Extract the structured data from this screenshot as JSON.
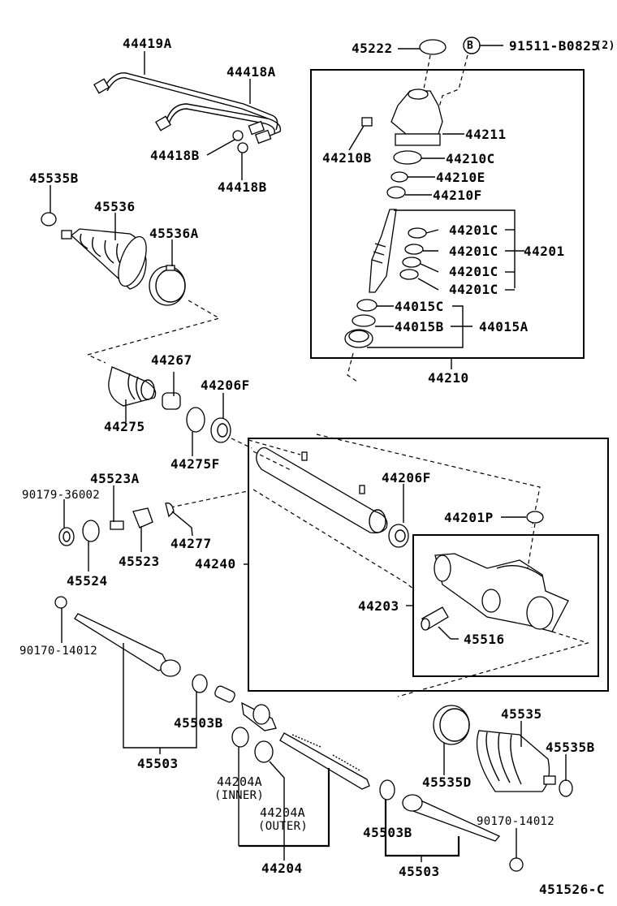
{
  "diagram": {
    "title": "Steering gear / rack and pinion exploded parts diagram",
    "figure_code": "451526-C",
    "bolt_callout": {
      "symbol": "B",
      "part_number": "91511-B0825",
      "qty": "(2)"
    },
    "labels": {
      "p44419A": "44419A",
      "p44418A": "44418A",
      "p44418B_1": "44418B",
      "p44418B_2": "44418B",
      "p45535B_top": "45535B",
      "p45536": "45536",
      "p45536A": "45536A",
      "p45222": "45222",
      "p44211": "44211",
      "p44210B": "44210B",
      "p44210C": "44210C",
      "p44210E": "44210E",
      "p44210F": "44210F",
      "p44201C_1": "44201C",
      "p44201C_2": "44201C",
      "p44201C_3": "44201C",
      "p44201C_4": "44201C",
      "p44201": "44201",
      "p44015C": "44015C",
      "p44015B": "44015B",
      "p44015A": "44015A",
      "p44210": "44210",
      "p44267": "44267",
      "p44206F_1": "44206F",
      "p44275": "44275",
      "p44275F": "44275F",
      "p45523A": "45523A",
      "p90179": "90179-36002",
      "p44277": "44277",
      "p45523": "45523",
      "p45524": "45524",
      "p44240": "44240",
      "p44206F_2": "44206F",
      "p44201P": "44201P",
      "p44203": "44203",
      "p45516": "45516",
      "p90170_left": "90170-14012",
      "p45503B_left": "45503B",
      "p45503_left": "45503",
      "p44204A_inner": "44204A",
      "p44204A_inner_note": "(INNER)",
      "p44204A_outer": "44204A",
      "p44204A_outer_note": "(OUTER)",
      "p44204": "44204",
      "p45535": "45535",
      "p45535B_bottom": "45535B",
      "p45535D": "45535D",
      "p45503B_right": "45503B",
      "p90170_right": "90170-14012",
      "p45503_right": "45503"
    }
  }
}
